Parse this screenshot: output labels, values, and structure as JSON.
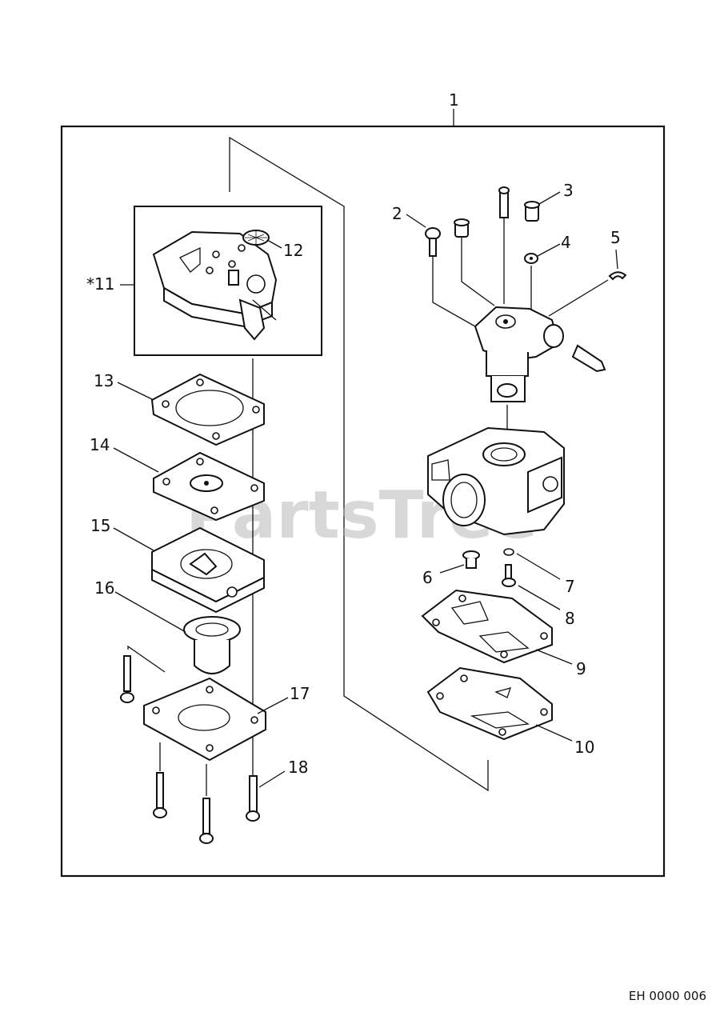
{
  "diagram": {
    "callouts": {
      "c1": "1",
      "c2": "2",
      "c3": "3",
      "c4": "4",
      "c5": "5",
      "c6": "6",
      "c7": "7",
      "c8": "8",
      "c9": "9",
      "c10": "10",
      "c11": "*11",
      "c12": "12",
      "c13": "13",
      "c14": "14",
      "c15": "15",
      "c16": "16",
      "c17": "17",
      "c18": "18"
    },
    "watermark": "PartsTree",
    "reference_code": "EH 0000 006"
  }
}
